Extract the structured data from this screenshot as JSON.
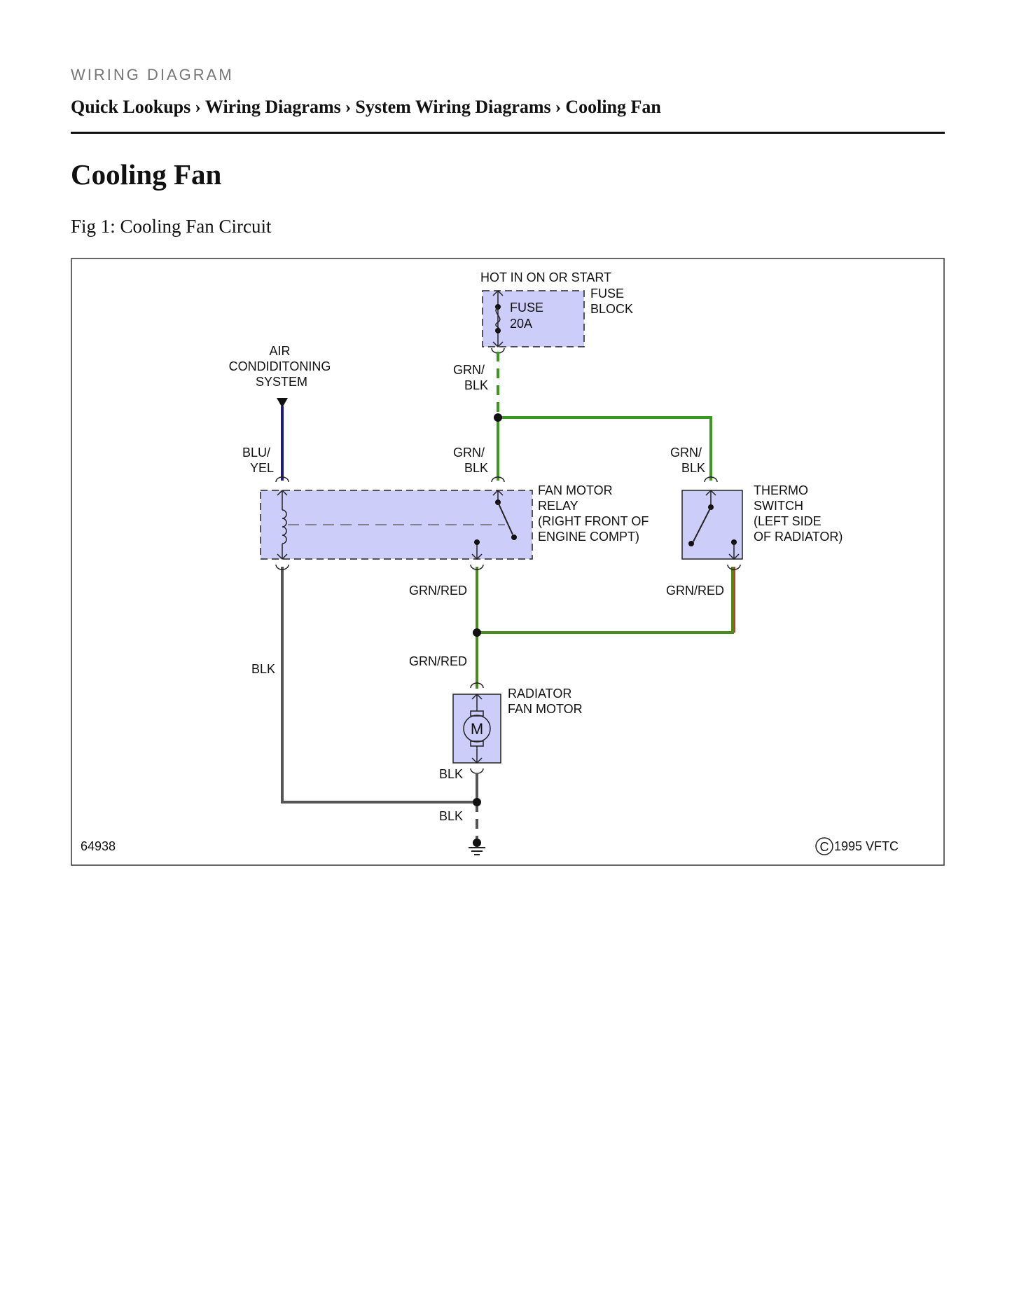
{
  "header": {
    "eyebrow": "WIRING DIAGRAM",
    "breadcrumb": [
      "Quick Lookups",
      "Wiring Diagrams",
      "System Wiring Diagrams",
      "Cooling Fan"
    ],
    "separator": "›"
  },
  "page_title": "Cooling Fan",
  "figure_caption": "Fig 1: Cooling Fan Circuit",
  "diagram": {
    "hot_label": "HOT IN ON OR START",
    "fuse_name": "FUSE",
    "fuse_rating": "20A",
    "fuse_block": [
      "FUSE",
      "BLOCK"
    ],
    "ac_system": [
      "AIR",
      "CONDIDITONING",
      "SYSTEM"
    ],
    "relay_name": [
      "FAN MOTOR",
      "RELAY",
      "(RIGHT FRONT OF",
      "ENGINE COMPT)"
    ],
    "thermo_name": [
      "THERMO",
      "SWITCH",
      "(LEFT SIDE",
      "OF RADIATOR)"
    ],
    "motor_name": [
      "RADIATOR",
      "FAN MOTOR"
    ],
    "motor_symbol": "M",
    "wire_labels": {
      "grn_blk_fuse": [
        "GRN/",
        "BLK"
      ],
      "grn_blk_relay": [
        "GRN/",
        "BLK"
      ],
      "grn_blk_thermo": [
        "GRN/",
        "BLK"
      ],
      "blu_yel": [
        "BLU/",
        "YEL"
      ],
      "grn_red_relay": "GRN/RED",
      "grn_red_thermo": "GRN/RED",
      "grn_red_motor": "GRN/RED",
      "blk_relay": "BLK",
      "blk_motor": "BLK",
      "blk_ground": "BLK"
    },
    "figure_id": "64938",
    "copyright_symbol": "C",
    "copyright": "1995 VFTC",
    "colors": {
      "component_fill": "#cdcdfa",
      "wire_green": "#3a9a1e",
      "wire_dark_green": "#4a8a1a",
      "wire_red": "#c0401c",
      "wire_blue": "#1a1a8a",
      "wire_black": "#555555"
    }
  }
}
